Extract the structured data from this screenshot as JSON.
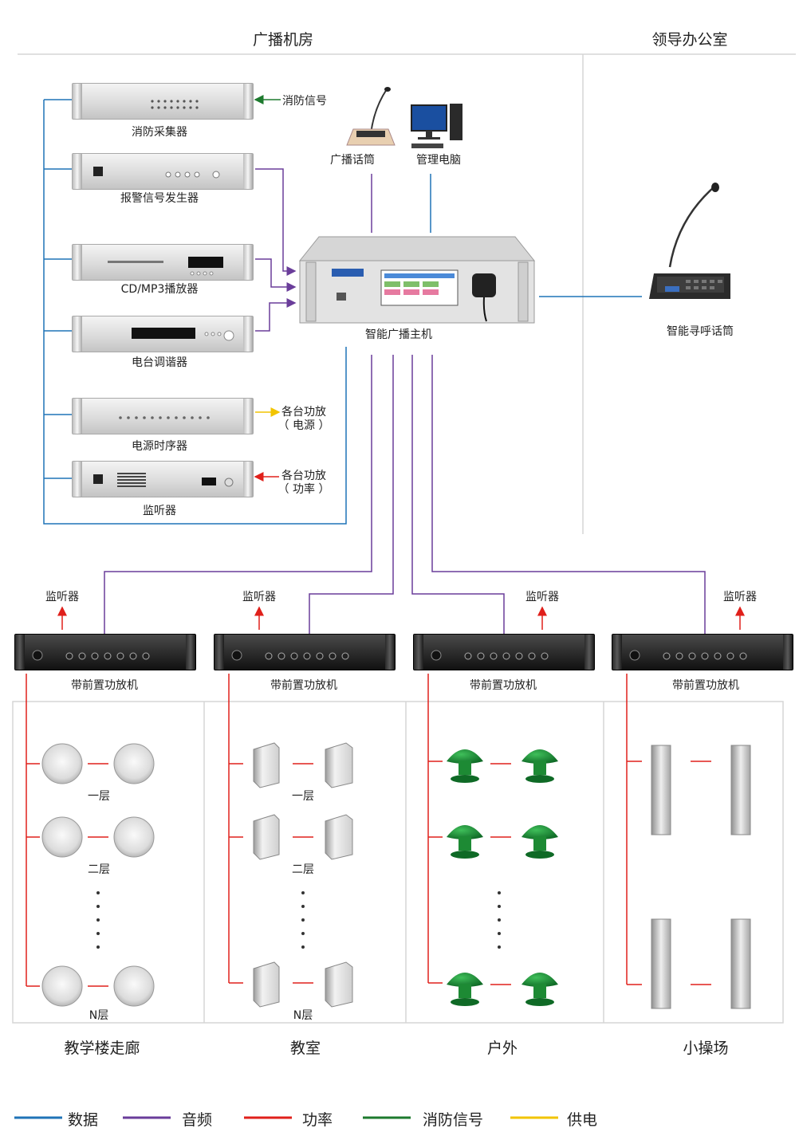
{
  "header": {
    "left_title": "广播机房",
    "right_title": "领导办公室"
  },
  "devices": {
    "fire_collector": "消防采集器",
    "alarm_generator": "报警信号发生器",
    "cd_player": "CD/MP3播放器",
    "tuner": "电台调谐器",
    "power_sequencer": "电源时序器",
    "monitor": "监听器",
    "broadcast_mic": "广播话筒",
    "management_pc": "管理电脑",
    "host": "智能广播主机",
    "paging_mic": "智能寻呼话筒"
  },
  "annotations": {
    "fire_signal": "消防信号",
    "amp_power_l1": "各台功放",
    "amp_power_l2": "（ 电源 ）",
    "amp_out_l1": "各台功放",
    "amp_out_l2": "（ 功率 ）"
  },
  "zones": [
    {
      "name": "教学楼走廊",
      "amp": "带前置功放机",
      "monitor": "监听器",
      "floors": [
        "一层",
        "二层",
        "N层"
      ]
    },
    {
      "name": "教室",
      "amp": "带前置功放机",
      "monitor": "监听器",
      "floors": [
        "一层",
        "二层",
        "N层"
      ]
    },
    {
      "name": "户外",
      "amp": "带前置功放机",
      "monitor": "监听器",
      "floors": []
    },
    {
      "name": "小操场",
      "amp": "带前置功放机",
      "monitor": "监听器",
      "floors": []
    }
  ],
  "legend": [
    {
      "label": "数据",
      "color": "#1f73b7"
    },
    {
      "label": "音频",
      "color": "#6a3d9a"
    },
    {
      "label": "功率",
      "color": "#e0201b"
    },
    {
      "label": "消防信号",
      "color": "#1d7a2e"
    },
    {
      "label": "供电",
      "color": "#f2c400"
    }
  ],
  "colors": {
    "data": "#1f73b7",
    "audio": "#6a3d9a",
    "power": "#e0201b",
    "fire": "#1d7a2e",
    "supply": "#f2c400",
    "grid": "#d5d5d5"
  }
}
